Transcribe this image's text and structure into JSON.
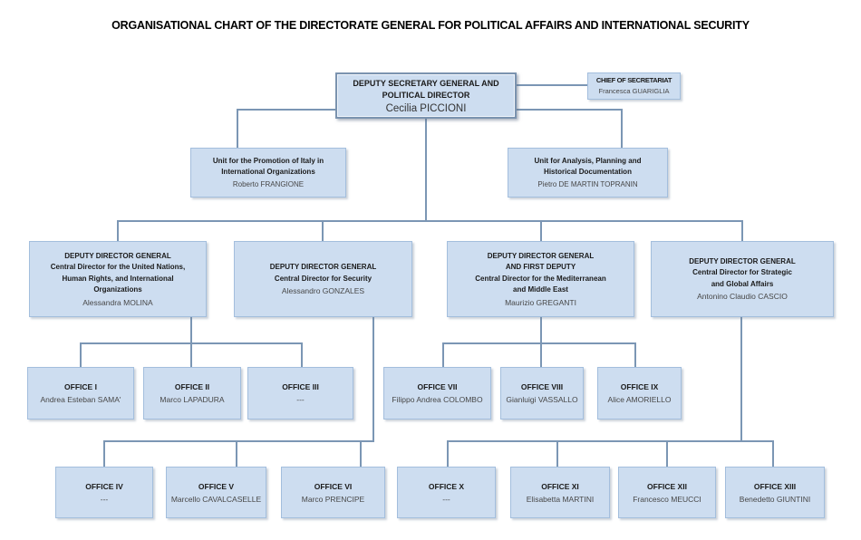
{
  "title": "ORGANISATIONAL CHART OF THE DIRECTORATE GENERAL FOR POLITICAL AFFAIRS AND INTERNATIONAL SECURITY",
  "colors": {
    "box_fill": "#cdddf0",
    "box_border": "#a3bedd",
    "top_box_border": "#7b93af",
    "connector": "#7b96b4"
  },
  "nodes": {
    "deputy_secretary": {
      "role_lines": [
        "DEPUTY SECRETARY GENERAL AND",
        "POLITICAL DIRECTOR"
      ],
      "person": "Cecilia PICCIONI"
    },
    "chief_of_secretariat": {
      "role_lines": [
        "CHIEF OF SECRETARIAT"
      ],
      "person": "Francesca GUARIGLIA"
    },
    "unit_promotion": {
      "role_lines": [
        "Unit for the Promotion of Italy in",
        "International Organizations"
      ],
      "person": "Roberto FRANGIONE"
    },
    "unit_analysis": {
      "role_lines": [
        "Unit for Analysis, Planning and",
        "Historical Documentation"
      ],
      "person": "Pietro DE MARTIN TOPRANIN"
    },
    "ddg_un": {
      "role_lines": [
        "DEPUTY DIRECTOR GENERAL",
        "Central Director for the United Nations,",
        "Human Rights, and International",
        "Organizations"
      ],
      "person": "Alessandra MOLINA"
    },
    "ddg_security": {
      "role_lines": [
        "DEPUTY DIRECTOR GENERAL",
        "Central Director for Security"
      ],
      "person": "Alessandro GONZALES"
    },
    "ddg_mediterranean": {
      "role_lines": [
        "DEPUTY DIRECTOR GENERAL",
        "AND FIRST DEPUTY",
        "Central Director for the Mediterranean",
        "and Middle East"
      ],
      "person": "Maurizio GREGANTI"
    },
    "ddg_strategic": {
      "role_lines": [
        "DEPUTY DIRECTOR GENERAL",
        "Central Director for Strategic",
        "and Global Affairs"
      ],
      "person": "Antonino Claudio CASCIO"
    },
    "office_1": {
      "role_lines": [
        "OFFICE I"
      ],
      "person": "Andrea Esteban SAMA'"
    },
    "office_2": {
      "role_lines": [
        "OFFICE II"
      ],
      "person": "Marco LAPADURA"
    },
    "office_3": {
      "role_lines": [
        "OFFICE III"
      ],
      "person": "---"
    },
    "office_7": {
      "role_lines": [
        "OFFICE VII"
      ],
      "person": "Filippo Andrea COLOMBO"
    },
    "office_8": {
      "role_lines": [
        "OFFICE VIII"
      ],
      "person": "Gianluigi VASSALLO"
    },
    "office_9": {
      "role_lines": [
        "OFFICE IX"
      ],
      "person": "Alice AMORIELLO"
    },
    "office_4": {
      "role_lines": [
        "OFFICE IV"
      ],
      "person": "---"
    },
    "office_5": {
      "role_lines": [
        "OFFICE V"
      ],
      "person": "Marcello CAVALCASELLE"
    },
    "office_6": {
      "role_lines": [
        "OFFICE VI"
      ],
      "person": "Marco PRENCIPE"
    },
    "office_10": {
      "role_lines": [
        "OFFICE X"
      ],
      "person": "---"
    },
    "office_11": {
      "role_lines": [
        "OFFICE XI"
      ],
      "person": "Elisabetta MARTINI"
    },
    "office_12": {
      "role_lines": [
        "OFFICE XII"
      ],
      "person": "Francesco MEUCCI"
    },
    "office_13": {
      "role_lines": [
        "OFFICE XIII"
      ],
      "person": "Benedetto GIUNTINI"
    }
  }
}
